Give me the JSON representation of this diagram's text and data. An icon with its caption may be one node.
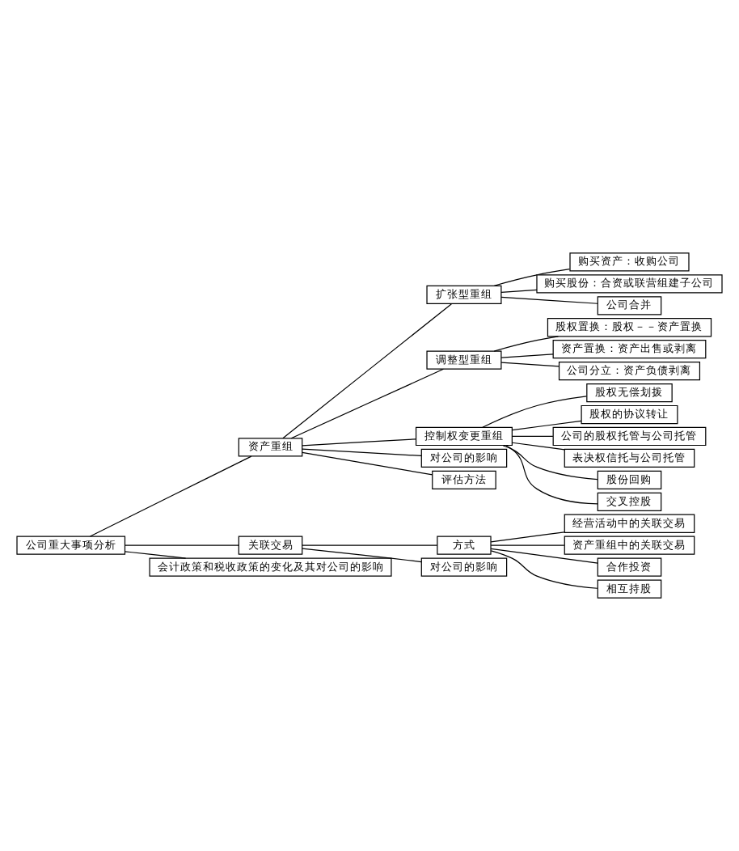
{
  "diagram": {
    "nodes": [
      {
        "text": [
          "公司重大事项分析"
        ]
      },
      {
        "text": [
          "资产重组"
        ]
      },
      {
        "text": [
          "扩张型重组"
        ]
      },
      {
        "text": [
          "购买资产：收购公司"
        ]
      },
      {
        "text": [
          "购买股份：合资或联营组建子公司"
        ]
      },
      {
        "text": [
          "公司合并"
        ]
      },
      {
        "text": [
          "调整型重组"
        ]
      },
      {
        "text": [
          "股权置换：股权－－资产置换"
        ]
      },
      {
        "text": [
          "资产置换：资产出售或剥离"
        ]
      },
      {
        "text": [
          "公司分立：资产负债剥离"
        ]
      },
      {
        "text": [
          "控制权变更重组"
        ]
      },
      {
        "text": [
          "股权无偿划拨"
        ]
      },
      {
        "text": [
          "股权的协议转让"
        ]
      },
      {
        "text": [
          "公司的股权托管与公司托管"
        ]
      },
      {
        "text": [
          "表决权信托与公司托管"
        ]
      },
      {
        "text": [
          "股份回购"
        ]
      },
      {
        "text": [
          "交叉控股"
        ]
      },
      {
        "text": [
          "对公司的影响"
        ]
      },
      {
        "text": [
          "评估方法"
        ]
      },
      {
        "text": [
          "关联交易"
        ]
      },
      {
        "text": [
          "方式"
        ]
      },
      {
        "text": [
          "经营活动中的关联交易"
        ]
      },
      {
        "text": [
          "资产重组中的关联交易"
        ]
      },
      {
        "text": [
          "合作投资"
        ]
      },
      {
        "text": [
          "相互持股"
        ]
      },
      {
        "text": [
          "对公司的影响"
        ]
      },
      {
        "text": [
          "会计政策和税收政策的变化及其对公司的影响"
        ]
      }
    ],
    "edges": [
      {
        "from": 0,
        "to": 1,
        "arrow": "none"
      },
      {
        "from": 0,
        "to": 19,
        "arrow": "none"
      },
      {
        "from": 0,
        "to": 26,
        "arrow": "none"
      },
      {
        "from": 1,
        "to": 2,
        "arrow": "none"
      },
      {
        "from": 1,
        "to": 6,
        "arrow": "none"
      },
      {
        "from": 1,
        "to": 10,
        "arrow": "none"
      },
      {
        "from": 1,
        "to": 17,
        "arrow": "none"
      },
      {
        "from": 1,
        "to": 18,
        "arrow": "none"
      },
      {
        "from": 2,
        "to": 3,
        "arrow": "none"
      },
      {
        "from": 2,
        "to": 4,
        "arrow": "none"
      },
      {
        "from": 2,
        "to": 5,
        "arrow": "none"
      },
      {
        "from": 6,
        "to": 7,
        "arrow": "none"
      },
      {
        "from": 6,
        "to": 8,
        "arrow": "none"
      },
      {
        "from": 6,
        "to": 9,
        "arrow": "none"
      },
      {
        "from": 10,
        "to": 11,
        "arrow": "none"
      },
      {
        "from": 10,
        "to": 12,
        "arrow": "none"
      },
      {
        "from": 10,
        "to": 13,
        "arrow": "none"
      },
      {
        "from": 10,
        "to": 14,
        "arrow": "none"
      },
      {
        "from": 10,
        "to": 15,
        "arrow": "none"
      },
      {
        "from": 10,
        "to": 16,
        "arrow": "none"
      },
      {
        "from": 19,
        "to": 20,
        "arrow": "none"
      },
      {
        "from": 19,
        "to": 25,
        "arrow": "none"
      },
      {
        "from": 20,
        "to": 21,
        "arrow": "none"
      },
      {
        "from": 20,
        "to": 22,
        "arrow": "none"
      },
      {
        "from": 20,
        "to": 23,
        "arrow": "none"
      },
      {
        "from": 20,
        "to": 24,
        "arrow": "none"
      }
    ]
  }
}
